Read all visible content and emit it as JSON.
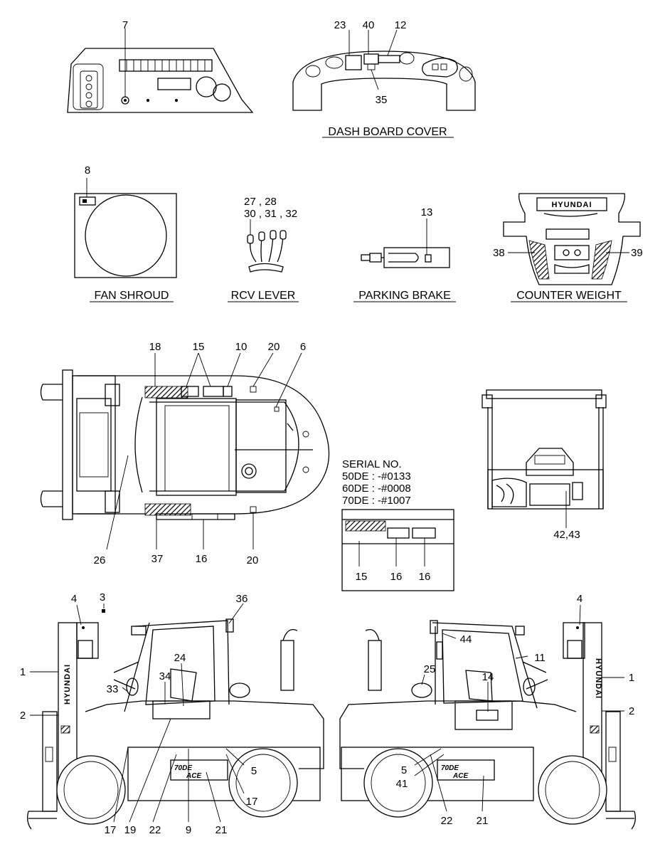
{
  "captions": {
    "dash_board_cover": "DASH BOARD COVER",
    "fan_shroud": "FAN SHROUD",
    "rcv_lever": "RCV LEVER",
    "parking_brake": "PARKING BRAKE",
    "counter_weight": "COUNTER WEIGHT"
  },
  "brand": {
    "counterweight_label": "HYUNDAI",
    "mast_label_left": "HYUNDAI",
    "mast_label_right": "HYUNDAI",
    "model_plate_line1": "70DE",
    "model_plate_line2": "ACE"
  },
  "serial_box": {
    "title": "SERIAL NO.",
    "line1": "50DE : -#0133",
    "line2": "60DE : -#0008",
    "line3": "70DE : -#1007"
  },
  "callouts": {
    "c7": "7",
    "c23": "23",
    "c40": "40",
    "c12": "12",
    "c35": "35",
    "c8": "8",
    "c27_28": "27 , 28",
    "c30_31_32": "30 , 31 , 32",
    "c13": "13",
    "c38": "38",
    "c39": "39",
    "c18": "18",
    "c15a": "15",
    "c10": "10",
    "c20a": "20",
    "c6": "6",
    "c26": "26",
    "c37": "37",
    "c16a": "16",
    "c20b": "20",
    "c15b": "15",
    "c16b": "16",
    "c16c": "16",
    "c42_43": "42,43",
    "c4a": "4",
    "c3": "3",
    "c36": "36",
    "c1a": "1",
    "c24": "24",
    "c34": "34",
    "c33": "33",
    "c2a": "2",
    "c5a": "5",
    "c17a": "17",
    "c17b": "17",
    "c19": "19",
    "c22a": "22",
    "c9": "9",
    "c21a": "21",
    "c4b": "4",
    "c44": "44",
    "c11": "11",
    "c1b": "1",
    "c25": "25",
    "c14": "14",
    "c2b": "2",
    "c5b": "5",
    "c41": "41",
    "c22b": "22",
    "c21b": "21"
  }
}
